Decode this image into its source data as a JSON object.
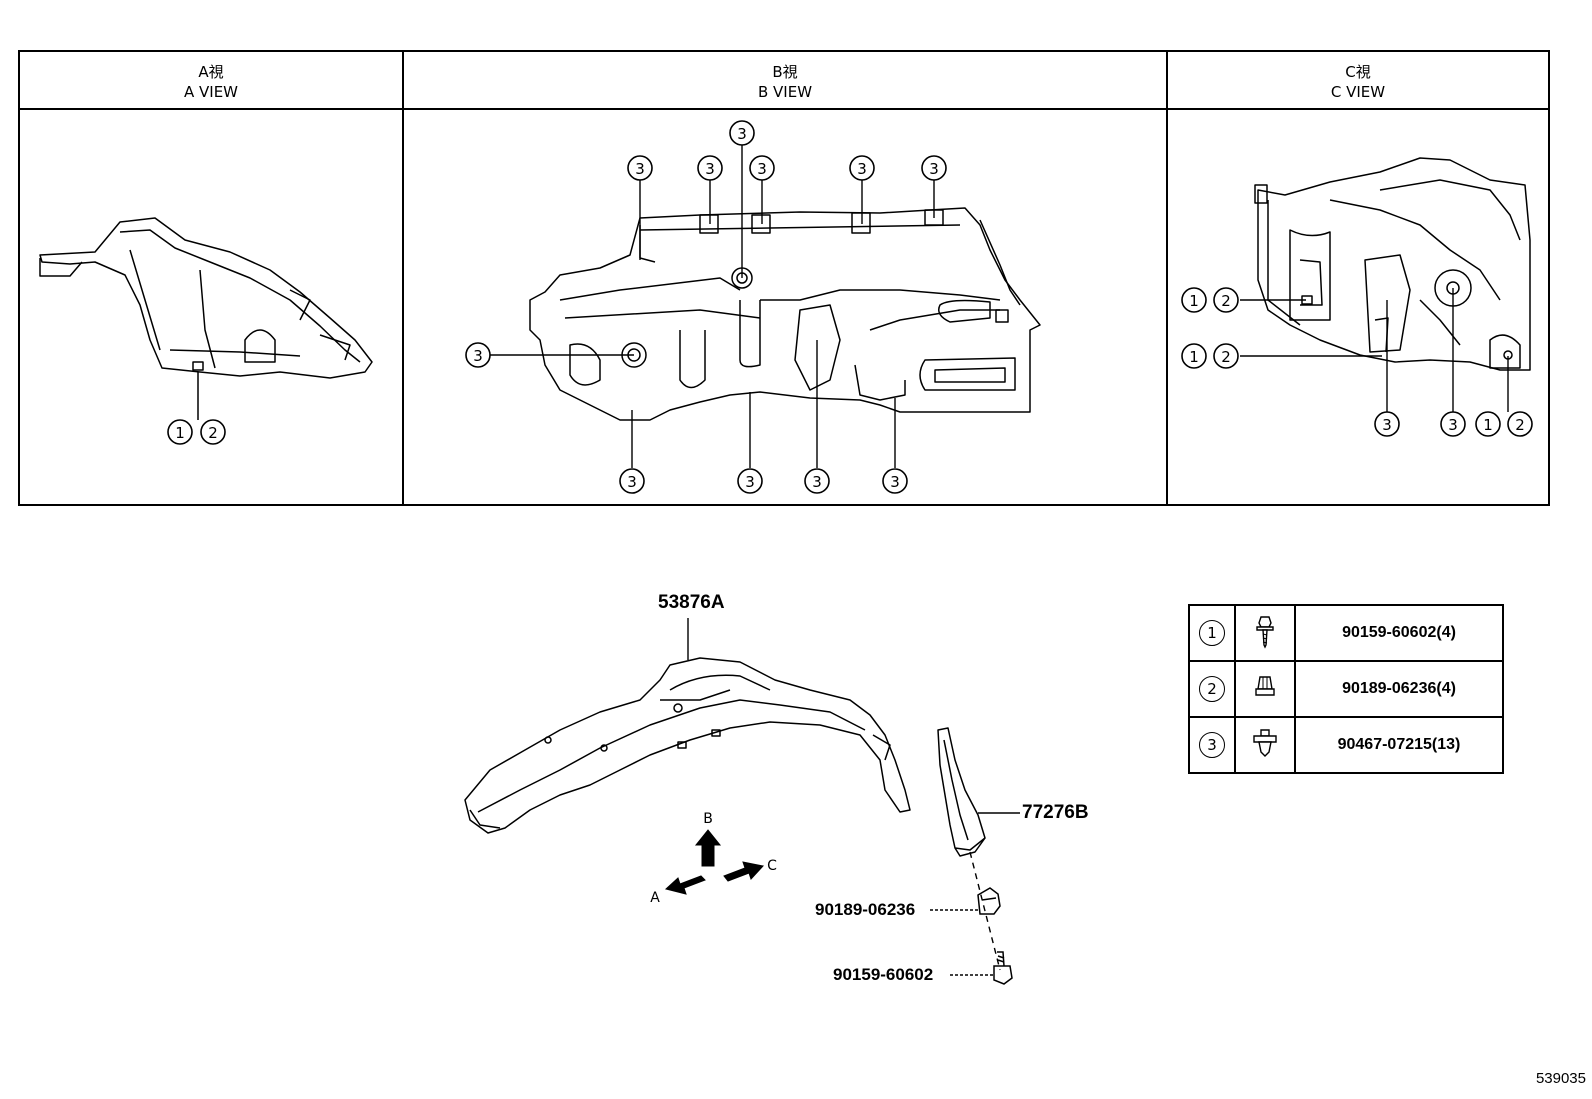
{
  "views": [
    {
      "jp": "A視",
      "en": "A VIEW"
    },
    {
      "jp": "B視",
      "en": "B VIEW"
    },
    {
      "jp": "C視",
      "en": "C VIEW"
    }
  ],
  "callouts": {
    "one": "1",
    "two": "2",
    "three": "3"
  },
  "parts": {
    "liner": "53876A",
    "seal": "77276B",
    "nut": "90189-06236",
    "screw": "90159-60602"
  },
  "arrows": {
    "a": "A",
    "b": "B",
    "c": "C"
  },
  "fasteners": [
    {
      "num": "1",
      "icon": "screw-icon",
      "part": "90159-60602(4)"
    },
    {
      "num": "2",
      "icon": "nut-icon",
      "part": "90189-06236(4)"
    },
    {
      "num": "3",
      "icon": "clip-icon",
      "part": "90467-07215(13)"
    }
  ],
  "diagram_id": "539035"
}
